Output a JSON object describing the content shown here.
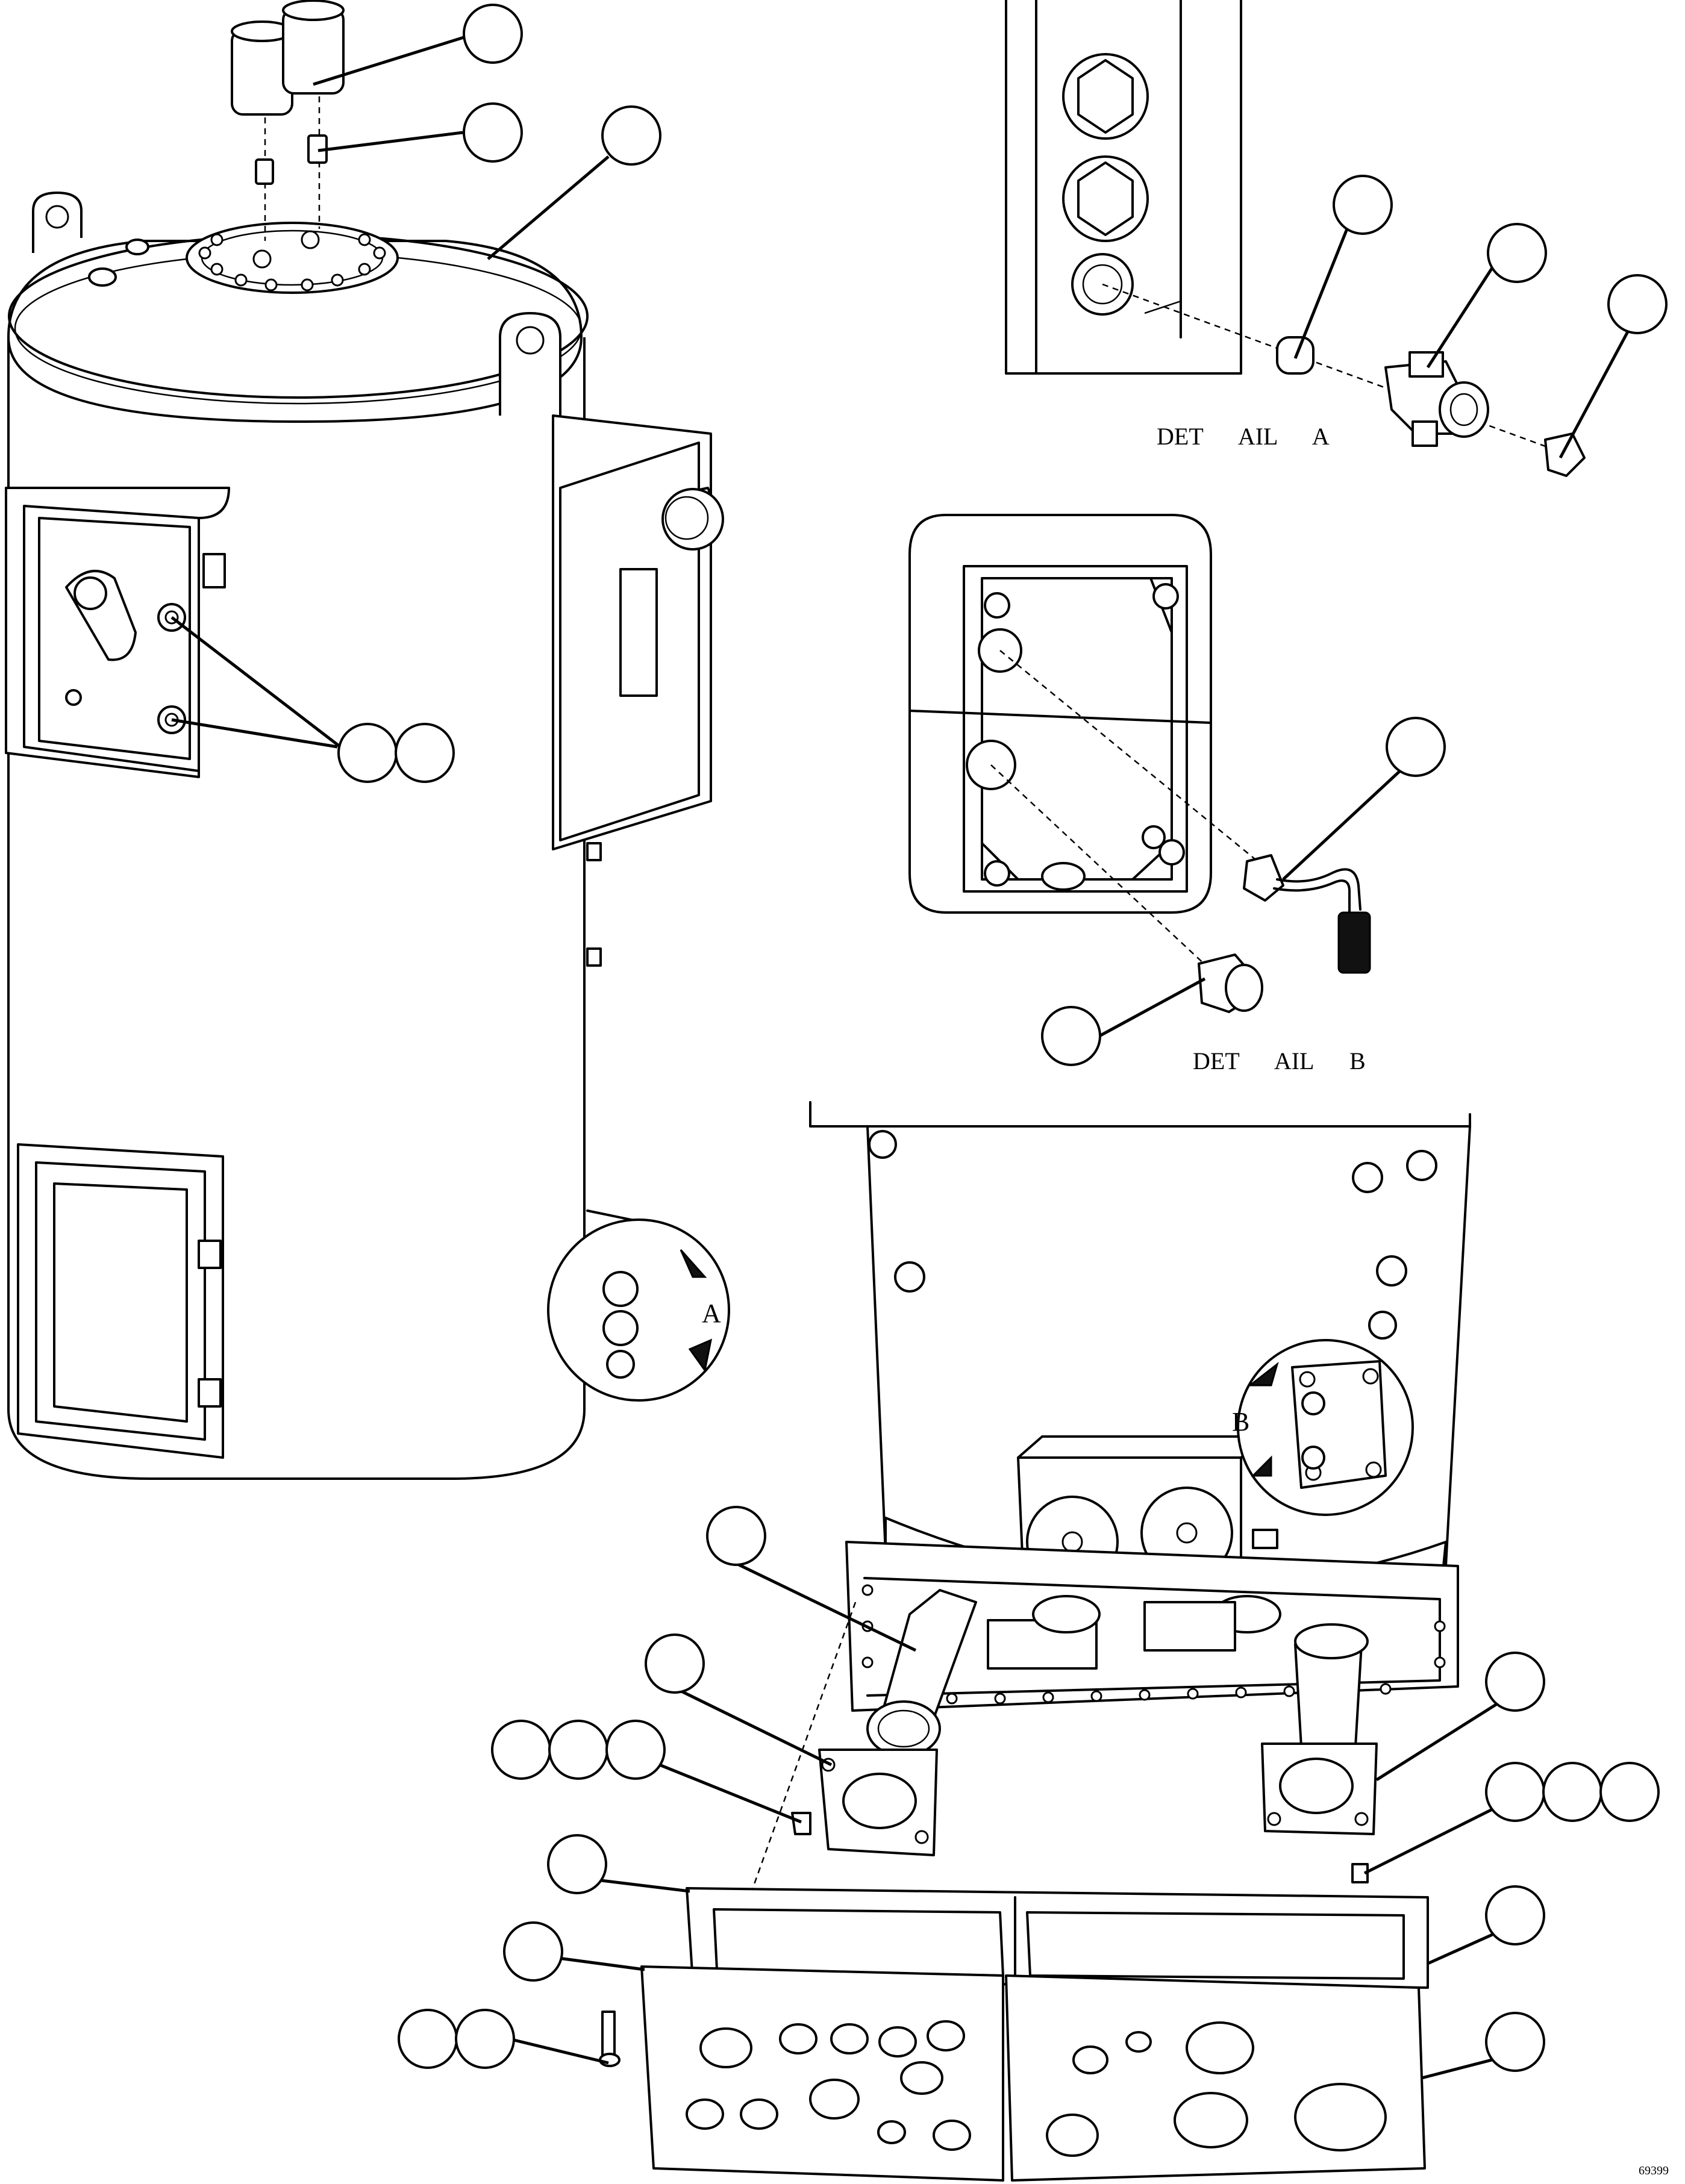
{
  "detail_labels": {
    "detail_a": "DET      AIL      A",
    "detail_b": "DET      AIL      B",
    "view_letter_a": "A",
    "view_letter_b": "B"
  },
  "drawing_number": "69399",
  "colors": {
    "line": "#000000",
    "background": "#ffffff"
  },
  "callouts": 25
}
